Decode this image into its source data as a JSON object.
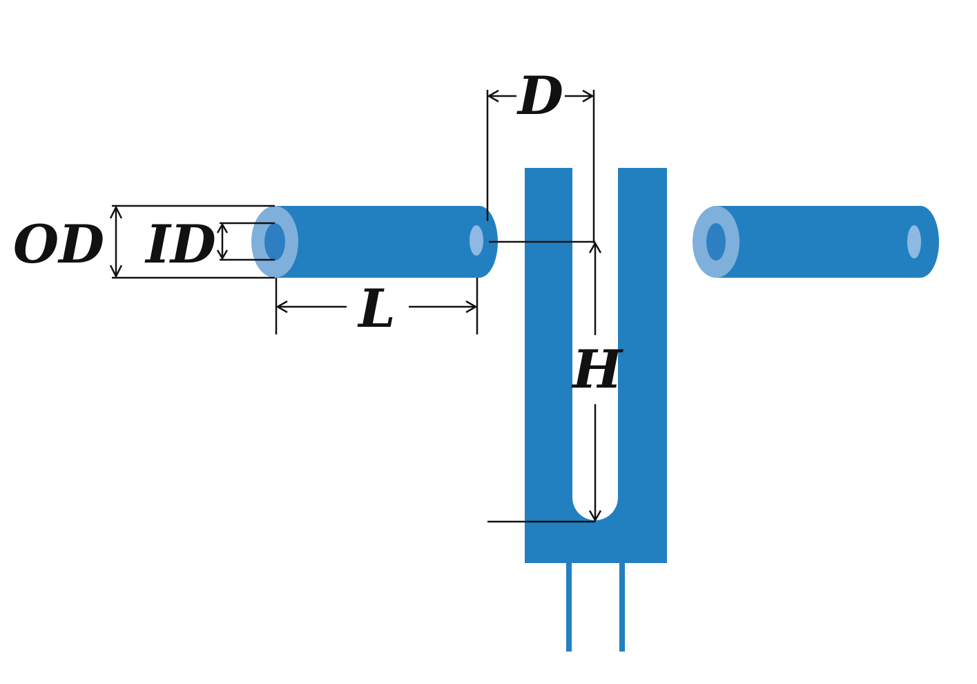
{
  "labels": {
    "outer_diameter": "OD",
    "inner_diameter": "ID",
    "tube_length": "L",
    "gap_distance": "D",
    "slot_height": "H"
  },
  "colors": {
    "body": "#2380c0",
    "tube_end_face": "#7fb0db",
    "bore": "#2d7fc1",
    "outlet_bore": "#8db9e3",
    "line": "#111111",
    "background": "#ffffff"
  }
}
